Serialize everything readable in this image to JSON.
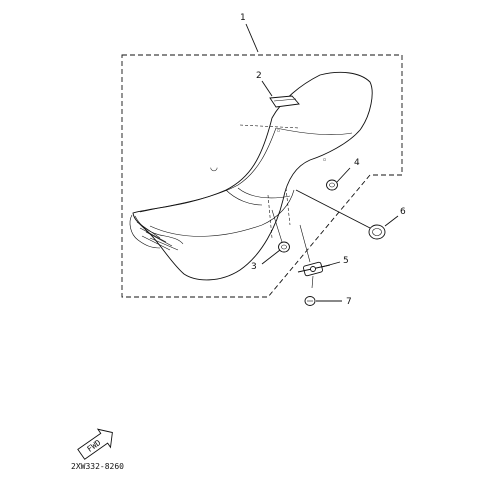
{
  "callouts": [
    {
      "id": "1",
      "text": "1"
    },
    {
      "id": "2",
      "text": "2"
    },
    {
      "id": "3",
      "text": "3"
    },
    {
      "id": "4",
      "text": "4"
    },
    {
      "id": "5",
      "text": "5"
    },
    {
      "id": "6",
      "text": "6"
    },
    {
      "id": "7",
      "text": "7"
    }
  ],
  "fwd_label": "FWD",
  "part_code": "2XW332-8260"
}
